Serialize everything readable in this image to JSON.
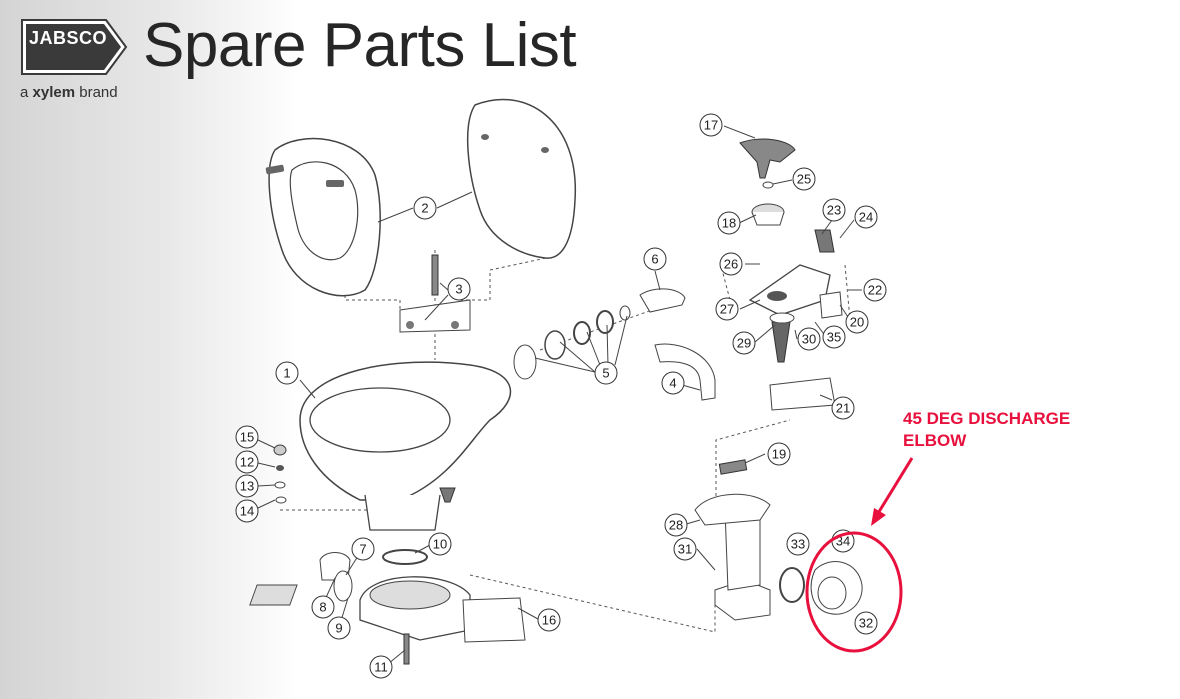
{
  "header": {
    "brand": "JABSCO",
    "tagline_prefix": "a ",
    "tagline_bold": "xylem",
    "tagline_suffix": " brand",
    "title": "Spare Parts List"
  },
  "callout": {
    "line1": "45 DEG DISCHARGE",
    "line2": "ELBOW",
    "color": "#e8103c"
  },
  "part_numbers": [
    "1",
    "2",
    "3",
    "4",
    "5",
    "6",
    "7",
    "8",
    "9",
    "10",
    "11",
    "12",
    "13",
    "14",
    "15",
    "16",
    "17",
    "18",
    "19",
    "20",
    "21",
    "22",
    "23",
    "24",
    "25",
    "26",
    "27",
    "28",
    "29",
    "30",
    "31",
    "32",
    "33",
    "34",
    "35"
  ],
  "colors": {
    "brand_dark": "#3a3a3a",
    "highlight": "#e8103c"
  }
}
